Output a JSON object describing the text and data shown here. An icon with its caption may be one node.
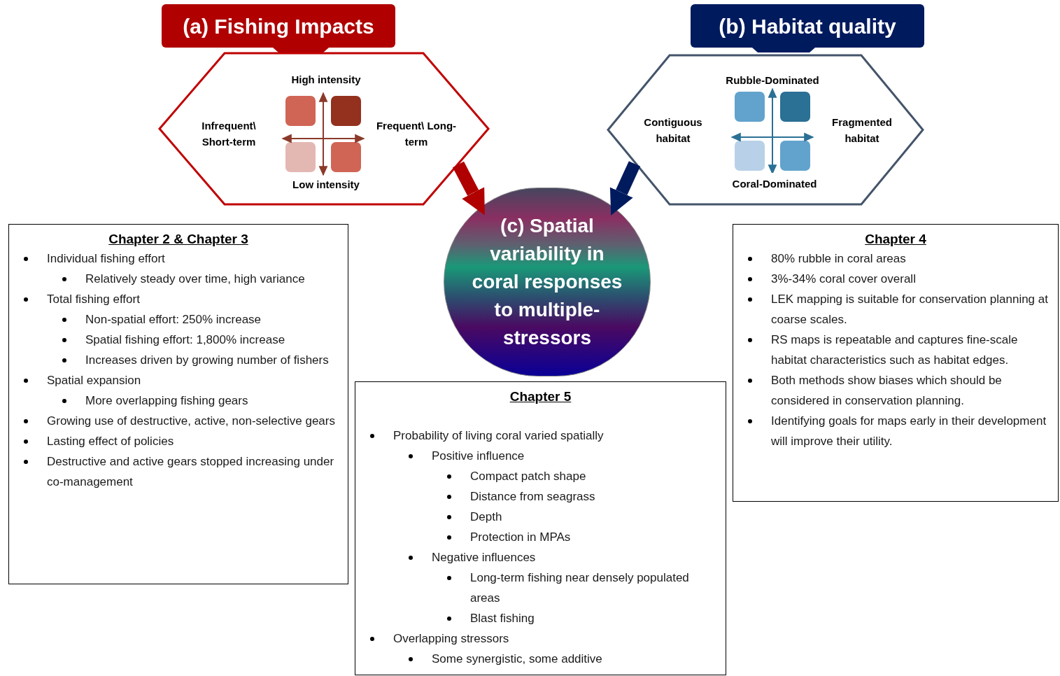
{
  "diagram": {
    "nodes": [
      {
        "text": [
          "(a) Fishing Impacts"
        ]
      },
      {
        "text": [
          "High intensity",
          "Infrequent\\ Short-term",
          "Frequent\\ Long-term",
          "Low intensity"
        ]
      },
      {
        "text": [
          "(b) Habitat quality"
        ]
      },
      {
        "text": [
          "Rubble-Dominated",
          "Contiguous habitat",
          "Fragmented habitat",
          "Coral-Dominated"
        ]
      },
      {
        "text": [
          "(c) Spatial variability in coral responses to multiple-stressors"
        ]
      },
      {
        "text": [
          "Chapter 2 & Chapter 3",
          "Individual fishing effort",
          "Relatively steady over time, high variance",
          "Total fishing effort",
          "Non-spatial effort: 250% increase",
          "Spatial fishing effort: 1,800% increase",
          "Increases driven by growing number of fishers",
          "Spatial expansion",
          "More overlapping fishing gears",
          "Growing use of destructive, active, non-selective gears",
          "Lasting effect of policies",
          "Destructive and active gears stopped increasing under co-management"
        ]
      },
      {
        "text": [
          "Chapter 4",
          "80% rubble in coral areas",
          "3%-34% coral cover overall",
          "LEK mapping is suitable for conservation planning at coarse scales.",
          "RS maps is repeatable and captures fine-scale habitat characteristics such as habitat edges.",
          "Both methods show biases which should be considered in conservation planning.",
          "Identifying goals for maps early in their development will improve their utility."
        ]
      },
      {
        "text": [
          "Chapter 5",
          "Probability of living coral varied spatially",
          "Positive influence",
          "Compact patch shape",
          "Distance from seagrass",
          "Depth",
          "Protection in MPAs",
          "Negative influences",
          "Long-term fishing near densely populated areas",
          "Blast fishing",
          "Overlapping stressors",
          "Some synergistic, some additive"
        ]
      }
    ],
    "edges": [
      {
        "from": 1,
        "to": 4,
        "arrow": "to",
        "color": "#b00000"
      },
      {
        "from": 3,
        "to": 4,
        "arrow": "to",
        "color": "#001a5e"
      }
    ]
  }
}
